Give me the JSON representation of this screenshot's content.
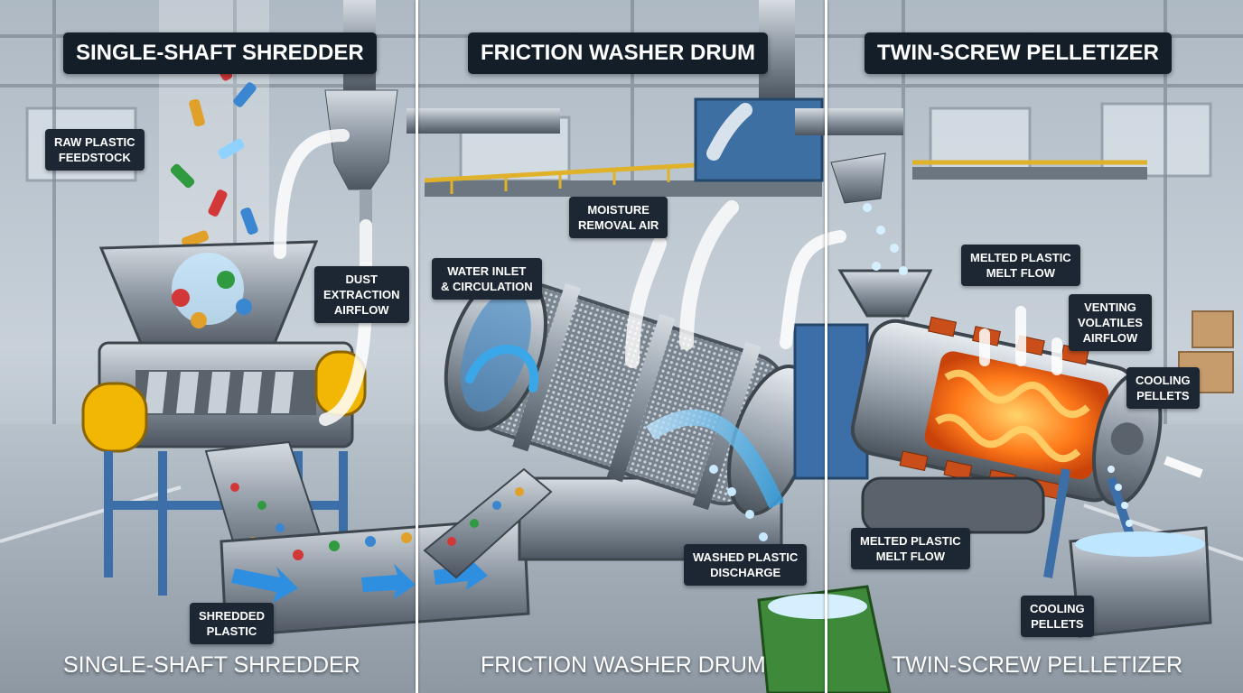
{
  "panels": [
    {
      "title": "Single-Shaft Shredder",
      "bottom_title": "Single-Shaft Shredder"
    },
    {
      "title": "Friction Washer Drum",
      "bottom_title": "Friction Washer Drum"
    },
    {
      "title": "Twin-Screw Pelletizer",
      "bottom_title": "Twin-Screw Pelletizer"
    }
  ],
  "labels": {
    "raw_plastic": "RAW PLASTIC\nFEEDSTOCK",
    "dust_extraction": "DUST\nEXTRACTION\nAIRFLOW",
    "shredded_plastic": "SHREDDED\nPLASTIC",
    "water_inlet": "WATER INLET\n& CIRCULATION",
    "moisture_removal": "MOISTURE\nREMOVAL AIR",
    "washed_plastic": "WASHED PLASTIC\nDISCHARGE",
    "melted_top": "MELTED PLASTIC\nMELT FLOW",
    "venting": "VENTING\nVOLATILES\nAIRFLOW",
    "cooling_top": "COOLING\nPELLETS",
    "melted_bottom": "MELTED PLASTIC\nMELT FLOW",
    "cooling_bottom": "COOLING\nPELLETS"
  },
  "colors": {
    "label_bg": "#1c2733",
    "steel": "#8b95a0",
    "accent_yellow": "#f2b705",
    "frame_blue": "#3c6ea8",
    "melt_orange": "#ff7a1a",
    "water_blue": "#3aa7e8"
  }
}
